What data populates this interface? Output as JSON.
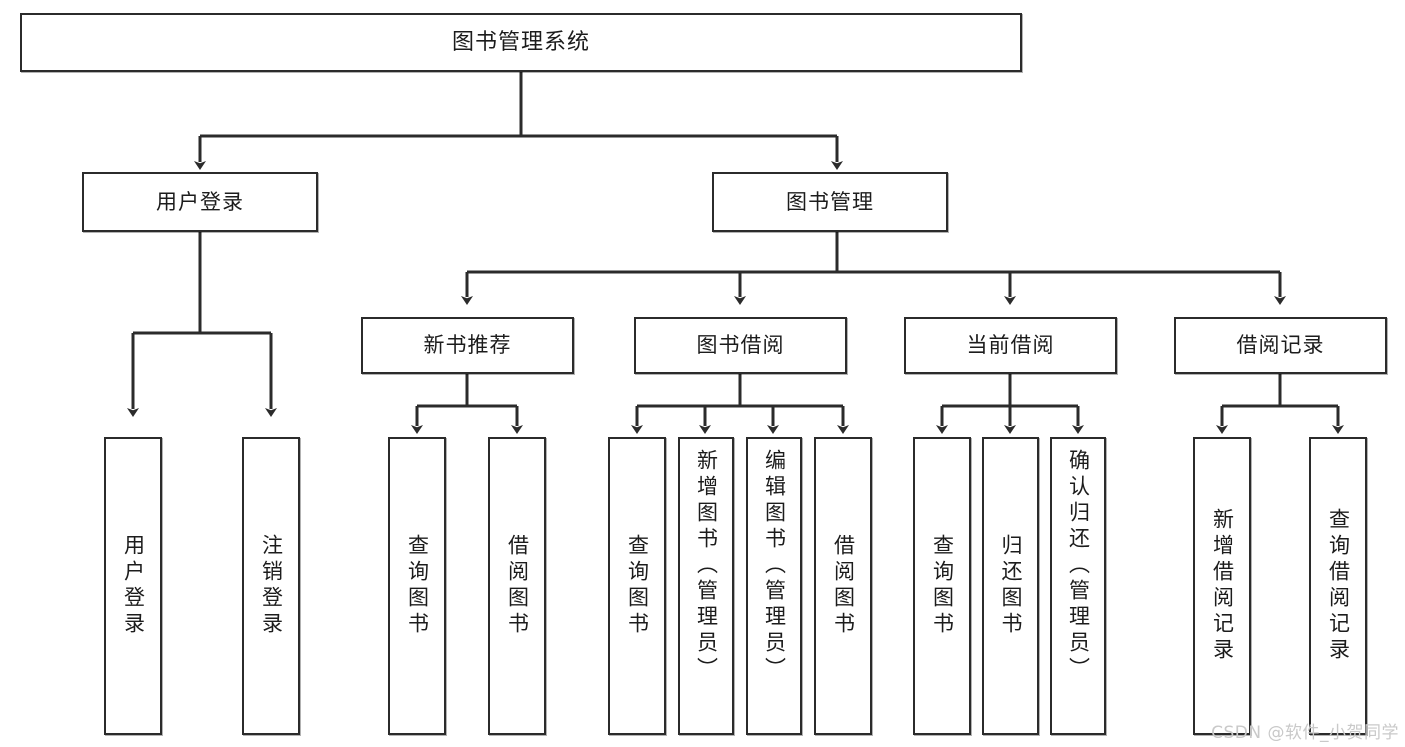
{
  "diagram": {
    "title": "图书管理系统",
    "watermark": "CSDN @软件_小贺同学",
    "colors": {
      "box_border": "#2b2b2b",
      "box_fill": "#ffffff",
      "line": "#2b2b2b",
      "text": "#1c1c1c",
      "watermark": "#c9c9c9",
      "background": "#ffffff"
    },
    "root": {
      "label": "图书管理系统"
    },
    "level1": [
      {
        "label": "用户登录"
      },
      {
        "label": "图书管理"
      }
    ],
    "level2": [
      {
        "label": "新书推荐"
      },
      {
        "label": "图书借阅"
      },
      {
        "label": "当前借阅"
      },
      {
        "label": "借阅记录"
      }
    ],
    "leaves": {
      "user_login": [
        {
          "label": "用户登录"
        },
        {
          "label": "注销登录"
        }
      ],
      "new_book_recommend": [
        {
          "label": "查询图书"
        },
        {
          "label": "借阅图书"
        }
      ],
      "book_borrow": [
        {
          "label": "查询图书"
        },
        {
          "label": "新增图书（管理员）"
        },
        {
          "label": "编辑图书（管理员）"
        },
        {
          "label": "借阅图书"
        }
      ],
      "current_borrow": [
        {
          "label": "查询图书"
        },
        {
          "label": "归还图书"
        },
        {
          "label": "确认归还（管理员）"
        }
      ],
      "borrow_record": [
        {
          "label": "新增借阅记录"
        },
        {
          "label": "查询借阅记录"
        }
      ]
    }
  }
}
